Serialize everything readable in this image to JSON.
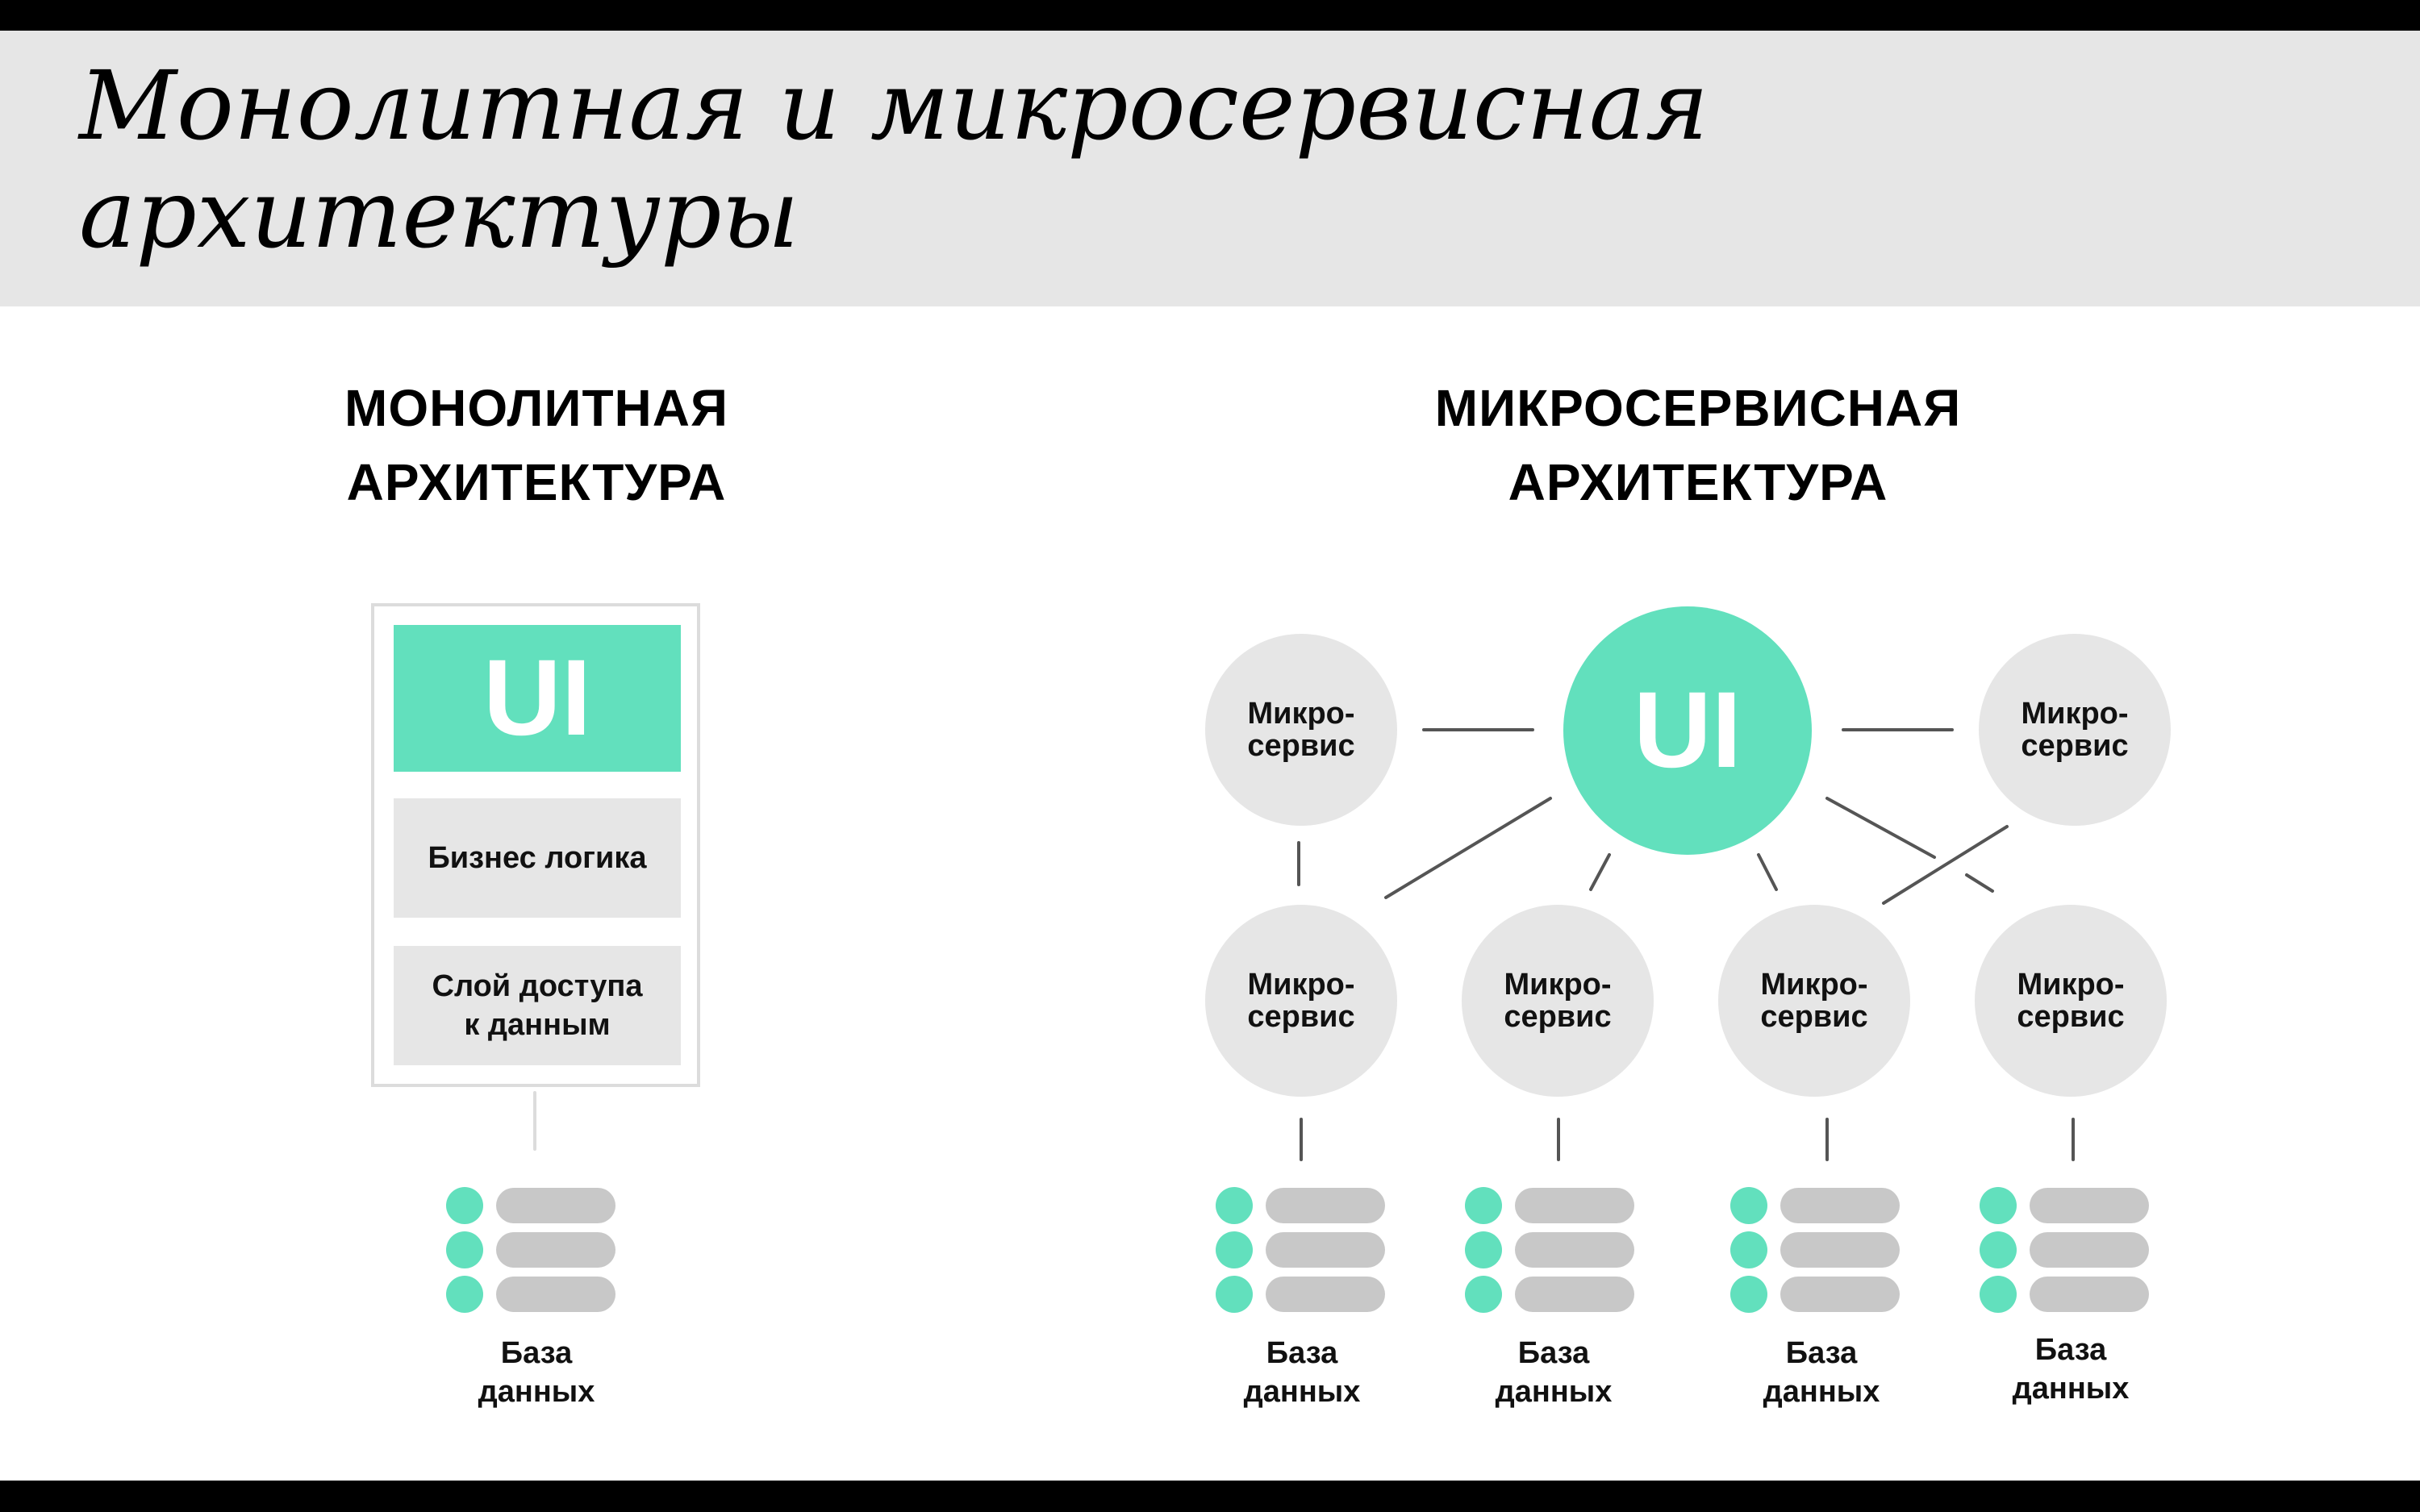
{
  "slide": {
    "title_line1": "Монолитная и микросервисная",
    "title_line2": "архитектуры"
  },
  "monolith": {
    "heading_line1": "МОНОЛИТНАЯ",
    "heading_line2": "АРХИТЕКТУРА",
    "ui_label": "UI",
    "business_logic": "Бизнес логика",
    "data_layer_line1": "Слой доступа",
    "data_layer_line2": "к данным",
    "db_label_line1": "База",
    "db_label_line2": "данных"
  },
  "microservice": {
    "heading_line1": "МИКРОСЕРВИСНАЯ",
    "heading_line2": "АРХИТЕКТУРА",
    "ui_label": "UI",
    "service_line1": "Микро-",
    "service_line2": "сервис",
    "db_label_line1": "База",
    "db_label_line2": "данных"
  },
  "colors": {
    "accent": "#62e0bd",
    "block": "#e6e6e6",
    "db_bar": "#c8c8c8",
    "header_bg": "#e6e6e6"
  }
}
